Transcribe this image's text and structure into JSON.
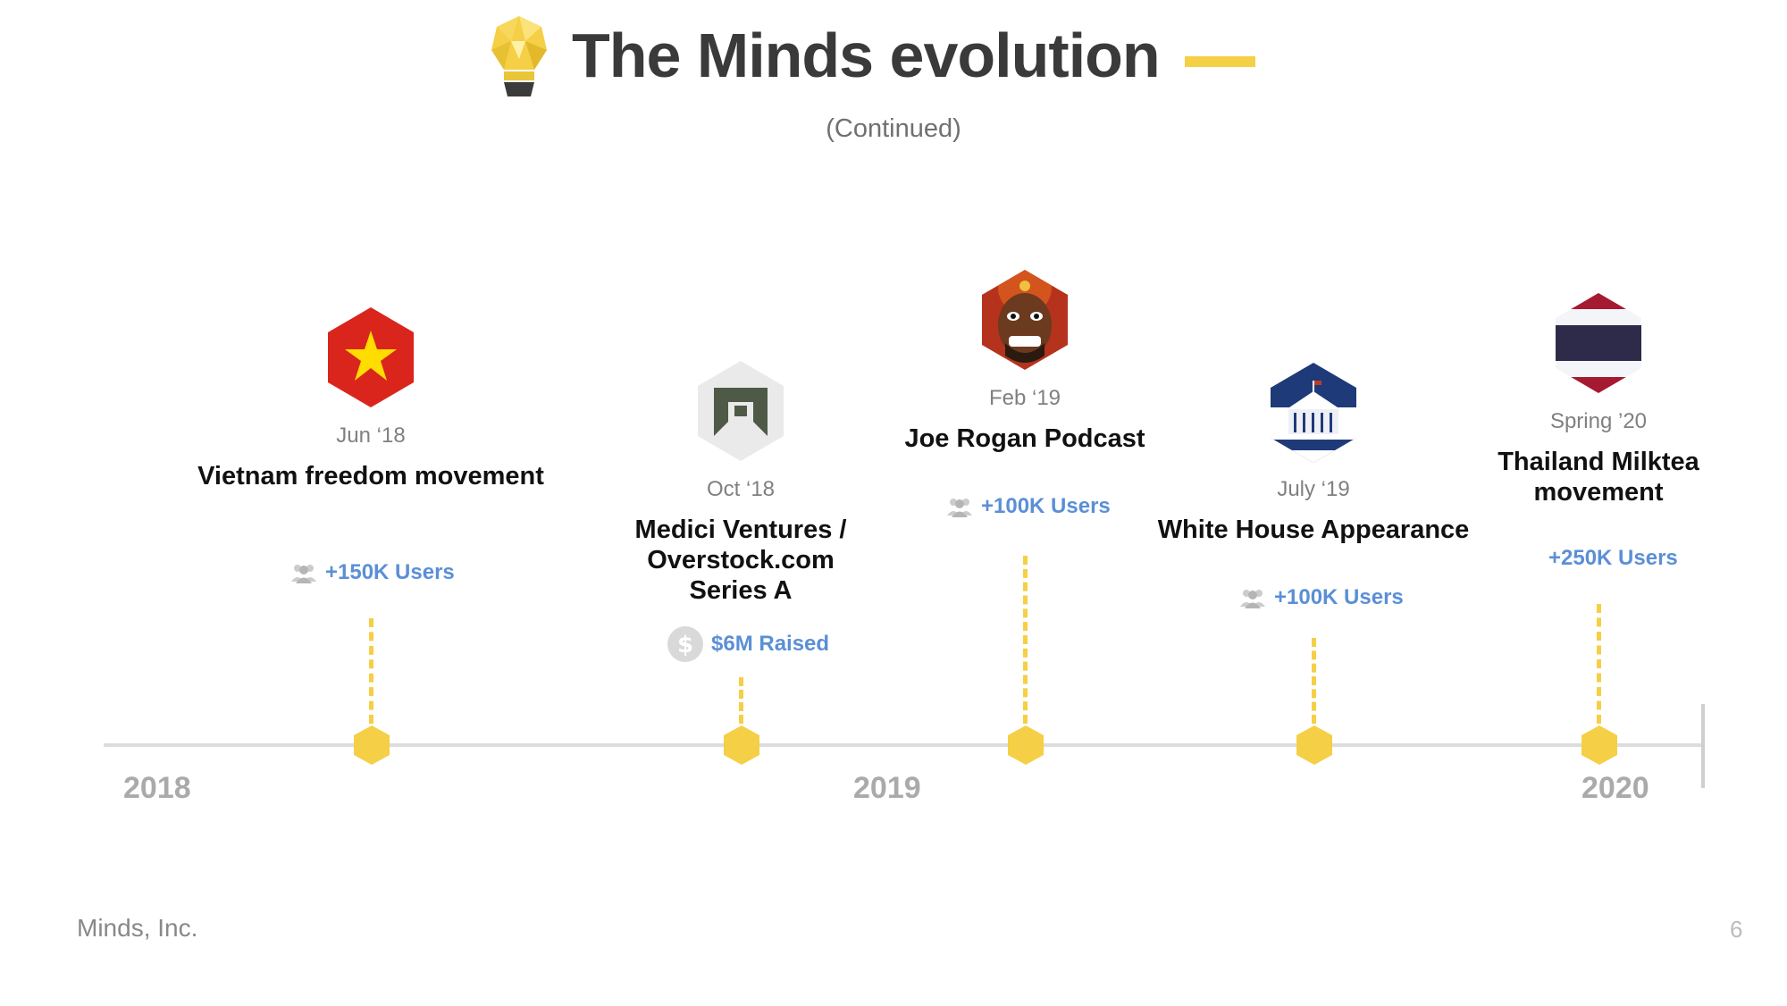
{
  "header": {
    "title": "The Minds evolution",
    "subtitle": "(Continued)",
    "logo_icon": "lightbulb-icon"
  },
  "timeline": {
    "years": [
      "2018",
      "2019",
      "2020"
    ]
  },
  "events": [
    {
      "date": "Jun ‘18",
      "title": "Vietnam freedom movement",
      "stat": "+150K Users",
      "icon": "vietnam-flag-icon",
      "stat_icon": "users-icon"
    },
    {
      "date": "Oct ‘18",
      "title": "Medici Ventures / Overstock.com Series A",
      "stat": "$6M Raised",
      "icon": "medici-ventures-logo-icon",
      "stat_icon": "dollar-icon"
    },
    {
      "date": "Feb ‘19",
      "title": "Joe Rogan Podcast",
      "stat": "+100K Users",
      "icon": "joe-rogan-portrait-icon",
      "stat_icon": "users-icon"
    },
    {
      "date": "July ‘19",
      "title": "White House Appearance",
      "stat": "+100K Users",
      "icon": "white-house-seal-icon",
      "stat_icon": "users-icon"
    },
    {
      "date": "Spring ’20",
      "title": "Thailand Milktea movement",
      "stat": "+250K Users",
      "icon": "thailand-flag-icon",
      "stat_icon": ""
    }
  ],
  "footer": {
    "company": "Minds, Inc.",
    "page_number": "6"
  },
  "colors": {
    "accent_yellow": "#f5cf45",
    "stat_blue": "#5b8fd6",
    "title_dark": "#3a3a3a"
  }
}
